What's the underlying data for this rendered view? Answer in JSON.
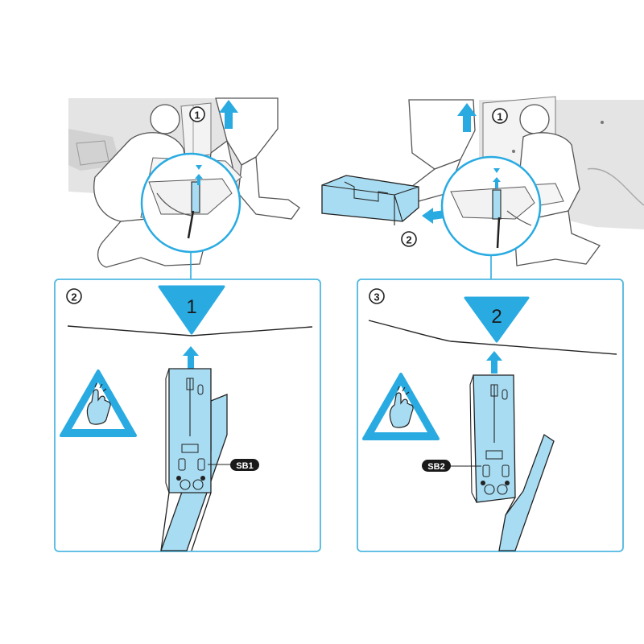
{
  "colors": {
    "accent": "#29abe2",
    "part_fill": "#a8dcf2",
    "line": "#222222",
    "scene_gray": "#e6e6e6",
    "figure_fill": "#ffffff",
    "callout_border": "#4fb8e0"
  },
  "top_left": {
    "step_marker": "1"
  },
  "top_right": {
    "step_marker": "1",
    "sub_step_marker": "2"
  },
  "panel_left": {
    "panel_number": "2",
    "triangle_number": "1",
    "part_label": "SB1",
    "icon": "pinch-caution-icon"
  },
  "panel_right": {
    "panel_number": "3",
    "triangle_number": "2",
    "part_label": "SB2",
    "icon": "pinch-caution-icon"
  }
}
